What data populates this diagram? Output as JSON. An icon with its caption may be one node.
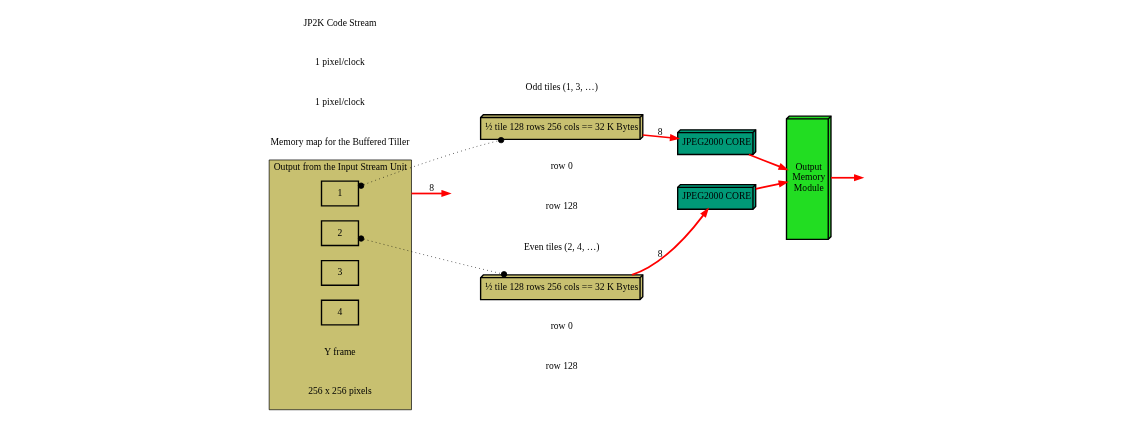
{
  "diagram": {
    "nodes": [
      {
        "text": [
          "Output from the Input Stream Unit"
        ],
        "beside": [
          "Y frame",
          "256 x 256 pixels"
        ]
      },
      {
        "text": [
          "1"
        ],
        "in": 0
      },
      {
        "text": [
          "2"
        ],
        "in": 0
      },
      {
        "text": [
          "3"
        ],
        "in": 0
      },
      {
        "text": [
          "4"
        ],
        "in": 0
      },
      {
        "text": [
          "½ tile 128 rows 256 cols == 32 K Bytes"
        ],
        "beside": [
          "Odd tiles (1, 3, …)",
          "row 0",
          "row 128"
        ]
      },
      {
        "text": [
          "½ tile 128 rows 256 cols == 32 K Bytes"
        ],
        "beside": [
          "Even tiles (2, 4, …)",
          "row 0",
          "row 128"
        ]
      },
      {
        "text": [
          "JPEG2000 CORE"
        ]
      },
      {
        "text": [
          "JPEG2000 CORE"
        ]
      },
      {
        "text": [
          "Output Memory Module"
        ]
      }
    ],
    "edges": [
      {
        "from": 1,
        "to": 5,
        "arrow": "other",
        "style": "dashed",
        "color": "#000000"
      },
      {
        "from": 2,
        "to": 6,
        "arrow": "other",
        "style": "dashed",
        "color": "#000000"
      },
      {
        "from": 0,
        "to": null,
        "arrow": "to",
        "label": "8"
      },
      {
        "from": 5,
        "to": 7,
        "arrow": "to",
        "label": "8"
      },
      {
        "from": 6,
        "to": 8,
        "arrow": "to",
        "label": "8"
      },
      {
        "from": 7,
        "to": 9,
        "arrow": "to"
      },
      {
        "from": 8,
        "to": 9,
        "arrow": "to"
      },
      {
        "from": 9,
        "to": null,
        "arrow": "to"
      }
    ],
    "labels": [
      "Memory map for the Buffered Tiller",
      "1 pixel/clock",
      "1 pixel/clock",
      "JP2K Code Stream"
    ]
  }
}
